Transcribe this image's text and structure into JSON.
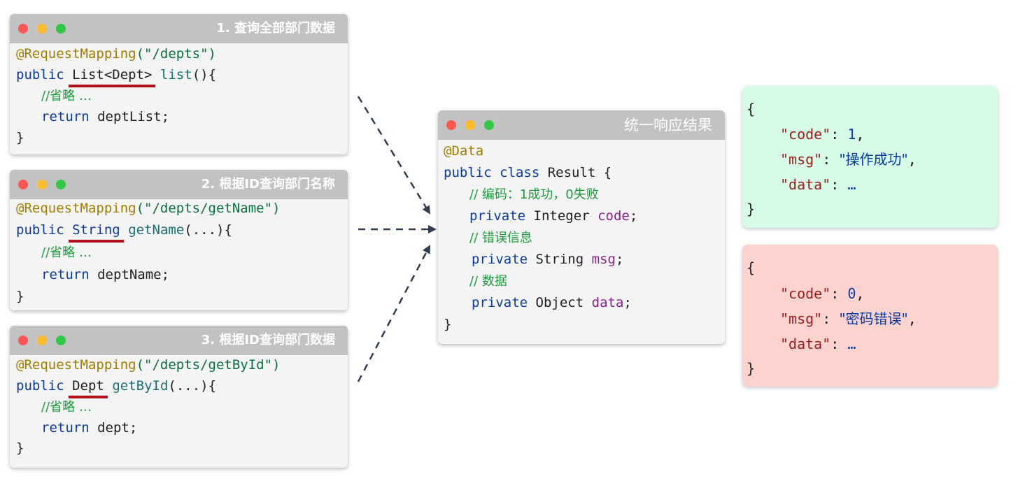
{
  "windows": [
    {
      "title": "1. 查询全部部门数据",
      "annotation": "@RequestMapping",
      "path": "(\"/depts\")",
      "kw_public": "public",
      "return_type": "List<Dept>",
      "method": "list",
      "params": "(){",
      "comment": "//省略 …",
      "kw_return": "return",
      "return_value": "deptList;",
      "close": "}"
    },
    {
      "title": "2. 根据ID查询部门名称",
      "annotation": "@RequestMapping",
      "path": "(\"/depts/getName\")",
      "kw_public": "public",
      "return_type": "String",
      "method": "getName",
      "params": "(...){",
      "comment": "//省略 …",
      "kw_return": "return",
      "return_value": "deptName;",
      "close": "}"
    },
    {
      "title": "3. 根据ID查询部门数据",
      "annotation": "@RequestMapping",
      "path": "(\"/depts/getById\")",
      "kw_public": "public",
      "return_type": "Dept",
      "method": "getById",
      "params": "(...){",
      "comment": "//省略 …",
      "kw_return": "return",
      "return_value": "dept;",
      "close": "}"
    }
  ],
  "result_window": {
    "title": "统一响应结果",
    "annotation": "@Data",
    "class_decl_kw": "public class",
    "class_decl_rest": "Result {",
    "comment_code": "// 编码：1成功，0失败",
    "field_code_kw": "private",
    "field_code_type": "Integer",
    "field_code_name": "code",
    "comment_msg": "// 错误信息",
    "field_msg_kw": "private",
    "field_msg_type": "String",
    "field_msg_name": "msg",
    "comment_data": "// 数据",
    "field_data_kw": "private",
    "field_data_type": "Object",
    "field_data_name": "data",
    "semicolon": ";",
    "close": "}"
  },
  "json_success": {
    "open": "{",
    "code_key": "\"code\"",
    "code_value": "1",
    "msg_key": "\"msg\"",
    "msg_value": "\"操作成功\"",
    "data_key": "\"data\"",
    "data_value": "…",
    "colon": ": ",
    "comma": ",",
    "close": "}",
    "background": "#d6fbe6"
  },
  "json_error": {
    "open": "{",
    "code_key": "\"code\"",
    "code_value": "0",
    "msg_key": "\"msg\"",
    "msg_value": "\"密码错误\"",
    "data_key": "\"data\"",
    "data_value": "…",
    "colon": ": ",
    "comma": ",",
    "close": "}",
    "background": "#fdd3cf"
  },
  "colors": {
    "titlebar": "#c2c2c2",
    "window_bg": "#f4f4f4",
    "underline": "#b0101a",
    "arrow": "#2f3d4f"
  }
}
